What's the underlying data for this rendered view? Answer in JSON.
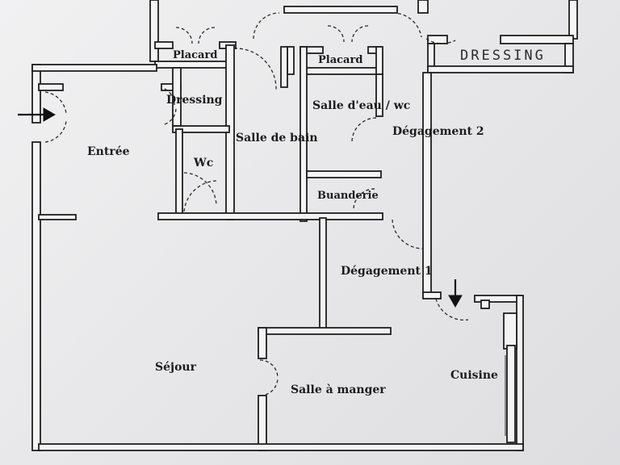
{
  "plan": {
    "rooms": {
      "placard_left": "Placard",
      "placard_right": "Placard",
      "dressing_hand": "DRESSING",
      "dressing": "Dressing",
      "salle_eau": "Salle d'eau / wc",
      "entree": "Entrée",
      "salle_bain": "Salle de bain",
      "degagement2": "Dégagement 2",
      "wc": "Wc",
      "buanderie": "Buanderie",
      "degagement1": "Dégagement 1",
      "sejour": "Séjour",
      "cuisine": "Cuisine",
      "salle_manger": "Salle à manger"
    },
    "colors": {
      "wall_fill": "#f4f4f4",
      "wall_stroke": "#1f1f1f",
      "door_arc": "#2a2a2a"
    },
    "icons": [
      "entry-arrow-icon",
      "kitchen-arrow-icon"
    ]
  }
}
